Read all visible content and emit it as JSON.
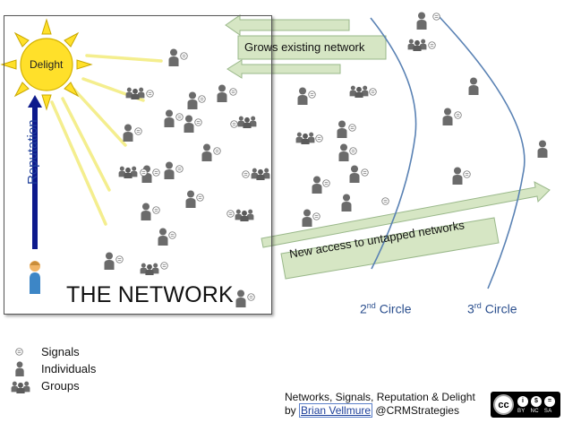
{
  "sun": {
    "label": "Delight",
    "color": "#ffe02a"
  },
  "network": {
    "title": "THE NETWORK"
  },
  "reputation": {
    "label": "Reputation",
    "color": "#0d1a8c"
  },
  "arrows": {
    "grows_label": "Grows existing network",
    "new_access_label": "New access to untapped networks",
    "fill": "#d6e6c4",
    "stroke": "#9ab88a"
  },
  "circles": {
    "second": {
      "num": "2",
      "suffix": "nd",
      "word": "Circle"
    },
    "third": {
      "num": "3",
      "suffix": "rd",
      "word": "Circle"
    },
    "line_color": "#5a82b4"
  },
  "legend": {
    "signals": "Signals",
    "individuals": "Individuals",
    "groups": "Groups"
  },
  "credit": {
    "title": "Networks, Signals, Reputation & Delight",
    "by": "by",
    "author": "Brian Vellmure",
    "handle": "@CRMStrategies"
  },
  "license": {
    "cc": "cc",
    "icons": [
      "i",
      "$",
      "="
    ],
    "codes": [
      "BY",
      "NC",
      "SA"
    ]
  },
  "icons": {
    "person": "person-icon",
    "group": "group-icon",
    "signal": "signal-icon"
  },
  "colors": {
    "icon_gray": "#6b6b6b",
    "ray": "#f4ee8e"
  }
}
